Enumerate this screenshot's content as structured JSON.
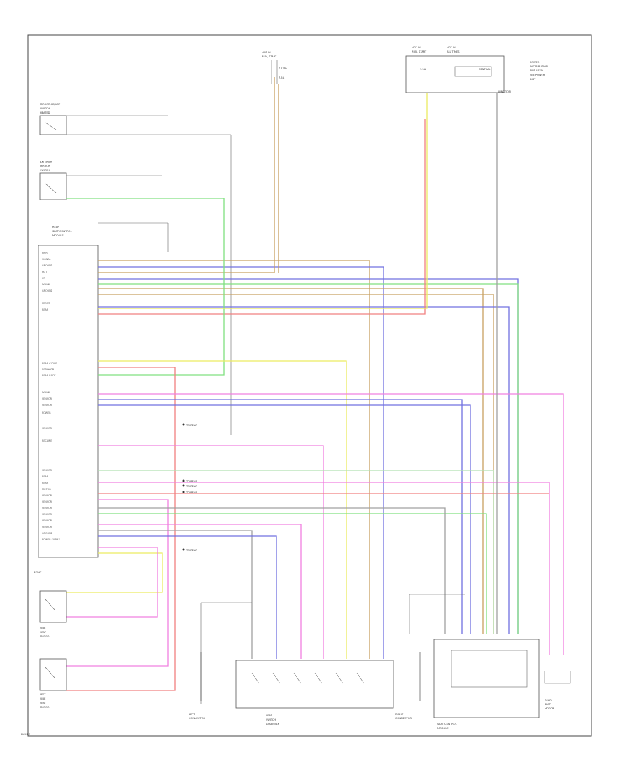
{
  "diagram": {
    "page_tag": "FIGURE",
    "colors": {
      "tan": "#c8a060",
      "blue": "#7070e0",
      "yellow": "#ecec60",
      "green": "#80e080",
      "red": "#f08080",
      "pink": "#f080e0",
      "gray": "#a0a0a0",
      "lightgreen": "#b0e0b0",
      "orange": "#d8a060"
    },
    "top_labels": [
      {
        "text": "HOT IN"
      },
      {
        "text": "RUN, START"
      },
      {
        "text": "HOT IN"
      },
      {
        "text": "RUN, START"
      },
      {
        "text": "HOT IN"
      },
      {
        "text": "ALL TIMES"
      }
    ],
    "top_right_note": [
      "POWER",
      "DISTRIBUTION",
      "NOT USED",
      "SEE POWER",
      "DIST"
    ],
    "fuse_labels": [
      "7 7.5A",
      "7.5A",
      "7.5A",
      "CENTRAL",
      "JUNCTION"
    ],
    "left_switch_1": [
      "MIRROR ADJUST",
      "SWITCH",
      "HEATED"
    ],
    "left_switch_2": [
      "EXTERIOR",
      "MIRROR",
      "SWITCH"
    ],
    "module_title": [
      "REAR",
      "SEAT CONTROL",
      "MODULE"
    ],
    "pin_labels": [
      "PWR",
      "SIGNAL",
      "GROUND",
      "HOT",
      "UP",
      "DOWN",
      "GROUND",
      "",
      "FRONT",
      "REAR",
      "",
      "",
      "",
      "REAR CLOSE",
      "FORWARD",
      "REAR BACK",
      "DOWN",
      "SENSOR",
      "SENSOR",
      "POWER",
      "",
      "SENSOR",
      "RECLINE",
      "",
      "",
      "SENSOR",
      "REAR",
      "REAR",
      "MOTOR",
      "SENSOR",
      "SENSOR",
      "SENSOR",
      "SENSOR",
      "SENSOR",
      "SENSOR",
      "GROUND",
      "POWER SUPPLY"
    ],
    "splice_labels": [
      "TO REAR",
      "TO REAR",
      "TO REAR",
      "TO REAR",
      "TO REAR"
    ],
    "bottom_left_parts": [
      {
        "lines": [
          "RIGHT",
          "SIDE",
          "SEAT",
          "MOTOR"
        ]
      },
      {
        "lines": [
          "LEFT",
          "SIDE",
          "SEAT",
          "MOTOR"
        ]
      }
    ],
    "bottom_components": [
      {
        "lines": [
          "LEFT",
          "CONNECTOR"
        ]
      },
      {
        "lines": [
          "SEAT",
          "SWITCH",
          "ASSEMBLY"
        ]
      },
      {
        "lines": [
          "RIGHT",
          "CONNECTOR"
        ]
      },
      {
        "lines": [
          "SEAT CONTROL",
          "MODULE"
        ]
      },
      {
        "lines": [
          "REAR",
          "SEAT",
          "MOTOR"
        ]
      }
    ]
  }
}
